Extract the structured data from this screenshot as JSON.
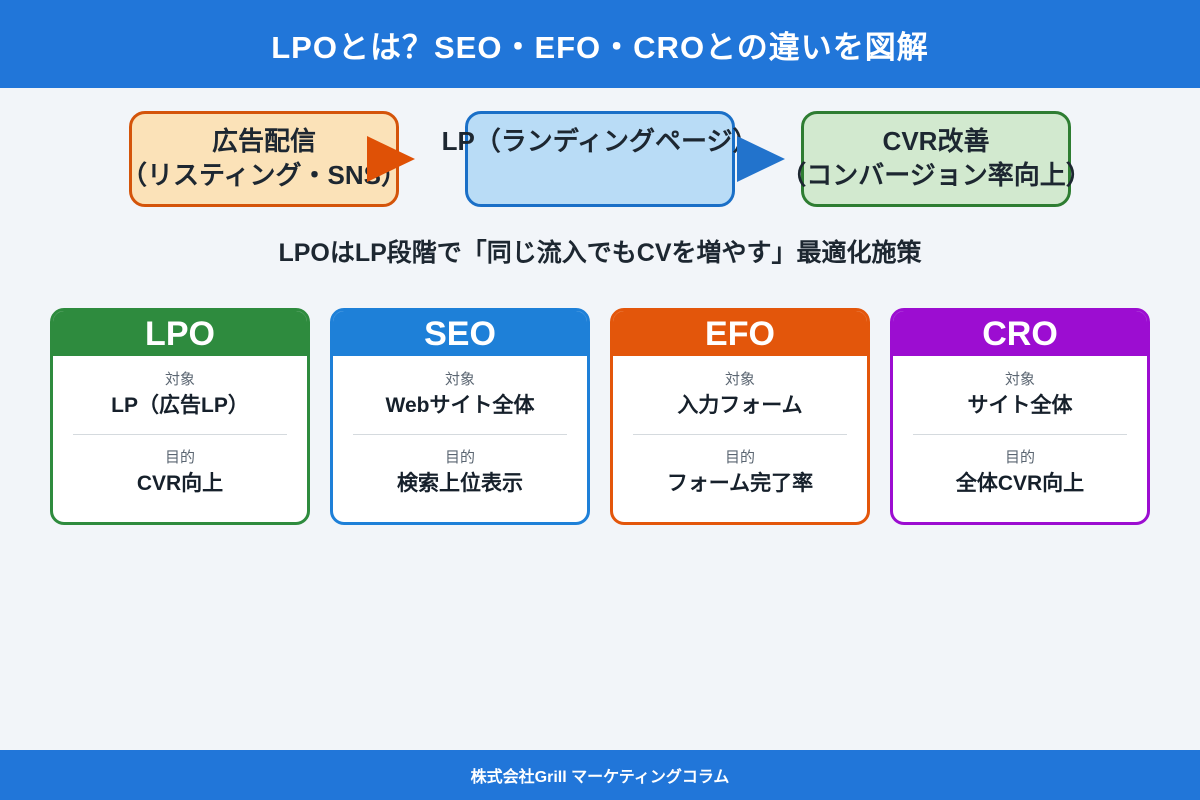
{
  "colors": {
    "banner_blue": "#2176d9",
    "background": "#f2f5f9",
    "text_dark": "#1d2731"
  },
  "header": {
    "title": "LPOとは？SEO・EFO・CROとの違いを図解"
  },
  "flow": {
    "boxes": [
      {
        "line1": "広告配信",
        "line2": "（リスティング・SNS）",
        "fill": "#fbe2b8",
        "border": "#d4540a"
      },
      {
        "line1": "LP（ランディングページ）",
        "fill": "#b9dcf6",
        "border": "#1a6fc7"
      },
      {
        "line1": "CVR改善",
        "line2": "（コンバージョン率向上）",
        "fill": "#d2e9cf",
        "border": "#2e7d32"
      }
    ],
    "arrows": [
      {
        "color": "#df5106"
      },
      {
        "color": "#2273cc"
      }
    ]
  },
  "tagline": "LPOはLP段階で「同じ流入でもCVを増やす」最適化施策",
  "card_labels": {
    "target": "対象",
    "goal": "目的"
  },
  "cards": [
    {
      "name": "LPO",
      "color": "#2e8b3e",
      "target": "LP（広告LP）",
      "goal": "CVR向上"
    },
    {
      "name": "SEO",
      "color": "#1e80d8",
      "target": "Webサイト全体",
      "goal": "検索上位表示"
    },
    {
      "name": "EFO",
      "color": "#e3560b",
      "target": "入力フォーム",
      "goal": "フォーム完了率"
    },
    {
      "name": "CRO",
      "color": "#9c0dd1",
      "target": "サイト全体",
      "goal": "全体CVR向上"
    }
  ],
  "footer": {
    "credit": "株式会社Grill マーケティングコラム"
  }
}
